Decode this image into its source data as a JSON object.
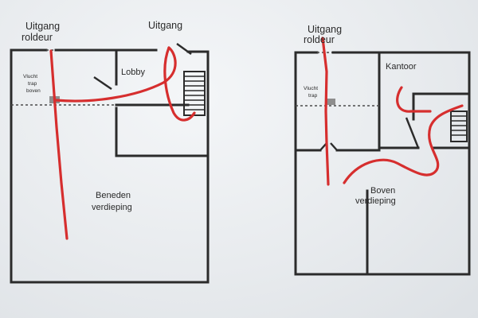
{
  "colors": {
    "wall": "#2b2b2b",
    "route": "#d62e2e",
    "background": "#eceff2"
  },
  "ground_floor": {
    "exit_roller_door": [
      "Uitgang",
      "roldeur"
    ],
    "exit": "Uitgang",
    "escape_stair": [
      "Vlucht",
      "trap",
      "boven"
    ],
    "lobby": "Lobby",
    "floor_name": [
      "Beneden",
      "verdieping"
    ]
  },
  "upper_floor": {
    "exit_roller_door": [
      "Uitgang",
      "roldeur"
    ],
    "escape_stair": [
      "Vlucht",
      "trap"
    ],
    "office": "Kantoor",
    "floor_name": [
      "Boven",
      "verdieping"
    ]
  }
}
